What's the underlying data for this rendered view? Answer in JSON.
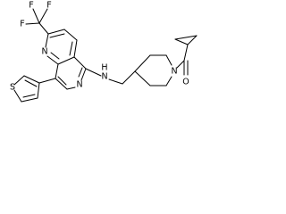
{
  "structure": {
    "atoms": {
      "f_top_left": "F",
      "f_top_right": "F",
      "f_left": "F",
      "n_naphthyridine_1": "N",
      "s_thiophene": "S",
      "n_naphthyridine_6": "N",
      "nh_amine": "N",
      "h_amine": "H",
      "n_piperidine": "N",
      "o_carbonyl": "O"
    },
    "groups": [
      "trifluoromethyl",
      "1,6-naphthyridine",
      "thiophen-3-yl",
      "piperidin-4-ylmethylamino",
      "cyclopropanecarbonyl"
    ]
  }
}
